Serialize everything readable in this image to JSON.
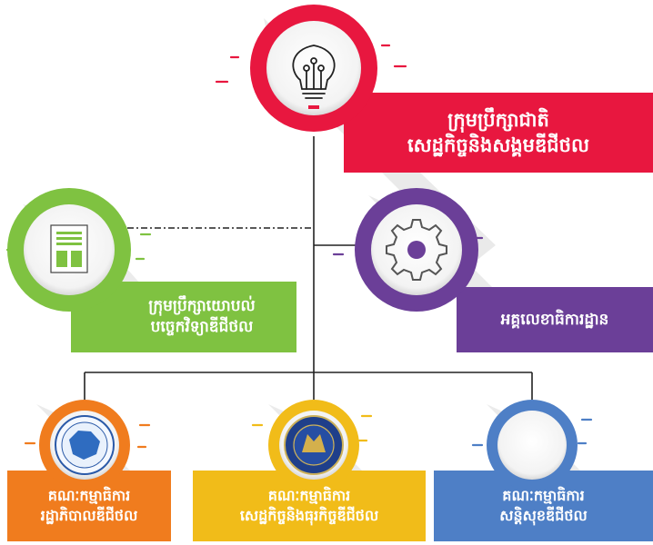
{
  "colors": {
    "red": "#e8173f",
    "green": "#7fc241",
    "purple": "#6b3f98",
    "orange": "#f07c1e",
    "yellow": "#f1bc19",
    "blue": "#4e7fc6",
    "line": "#222222"
  },
  "nodes": {
    "top": {
      "icon": "lightbulb-icon",
      "lines": [
        "ក្រុមប្រឹក្សាជាតិ",
        "សេដ្ឋកិច្ចនិងសង្គមឌីជីថល"
      ]
    },
    "advisory": {
      "icon": "document-icon",
      "lines": [
        "ក្រុមប្រឹក្សាយោបល់",
        "បច្ចេកវិទ្យាឌីជីថល"
      ]
    },
    "secretariat": {
      "icon": "gear-icon",
      "lines": [
        "អគ្គលេខាធិការដ្ឋាន"
      ]
    },
    "committee_gov": {
      "icon": "cambodia-map-seal-icon",
      "lines": [
        "គណៈកម្មាធិការ",
        "រដ្ឋាភិបាលឌីជីថល"
      ]
    },
    "committee_econ": {
      "icon": "ministry-seal-icon",
      "lines": [
        "គណៈកម្មាធិការ",
        "សេដ្ឋកិច្ចនិងធុរកិច្ចឌីជីថល"
      ]
    },
    "committee_security": {
      "icon": "blank-circle-icon",
      "lines": [
        "គណៈកម្មាធិការ",
        "សន្តិសុខឌីជីថល"
      ]
    }
  }
}
